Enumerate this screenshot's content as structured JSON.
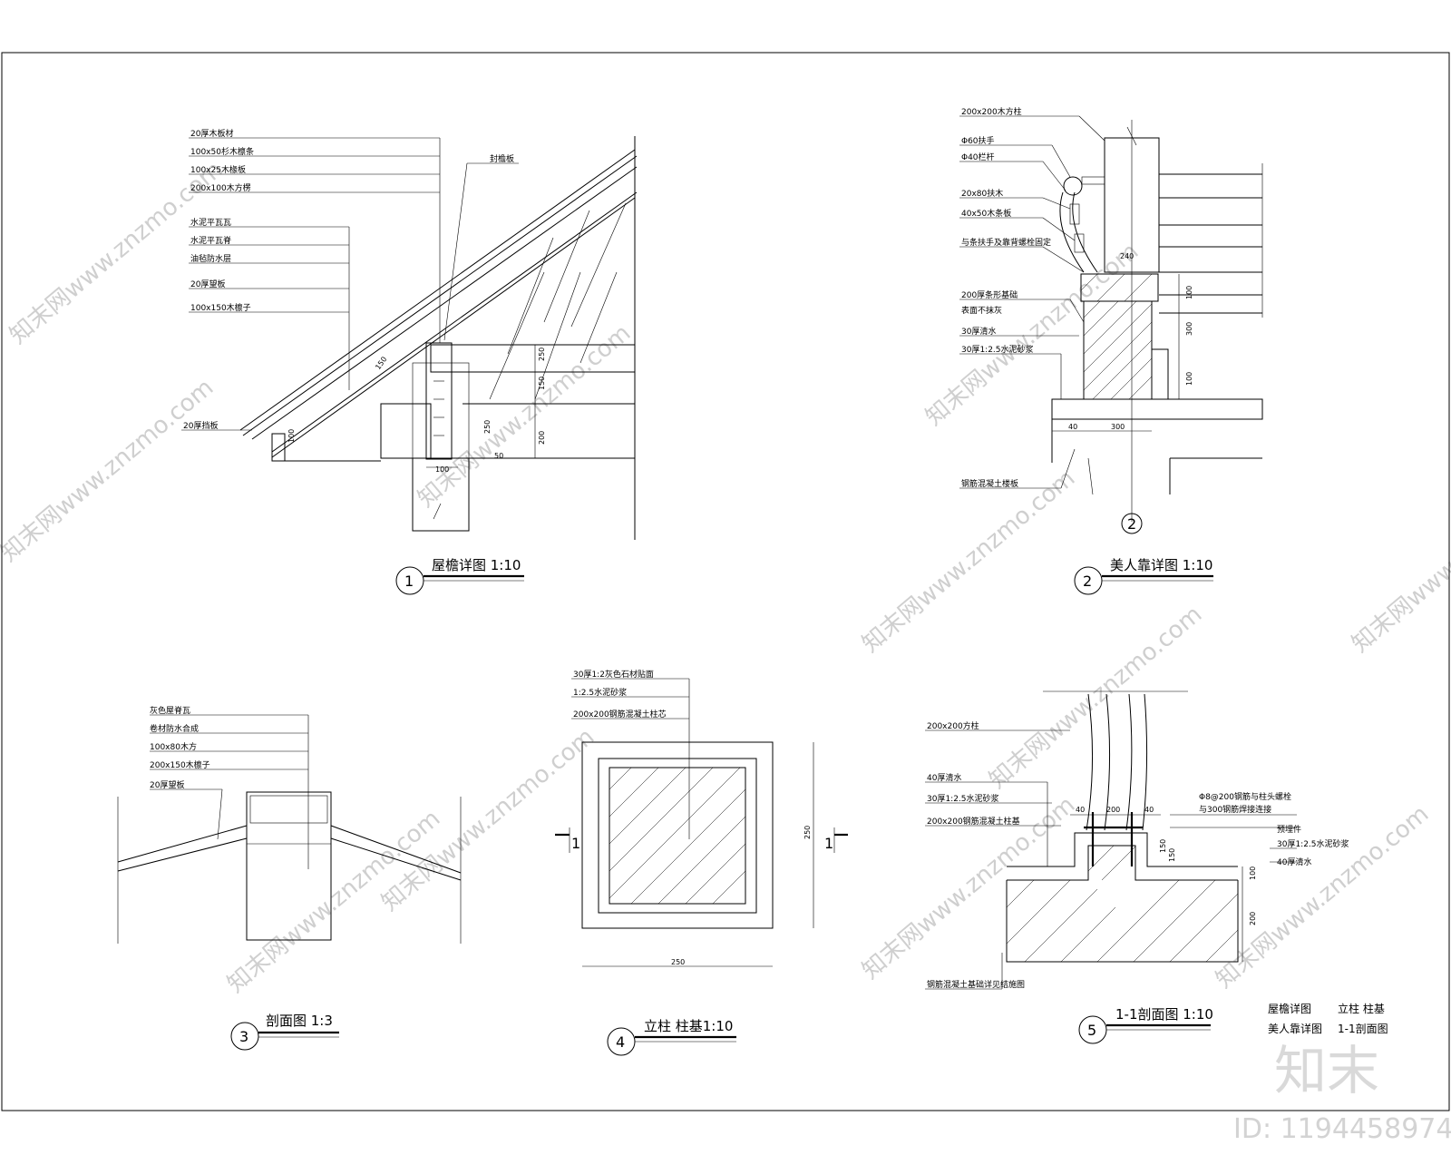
{
  "watermark": {
    "site": "知末网www.znzmo.com",
    "logo": "知末",
    "id": "ID: 1194458974"
  },
  "details": {
    "d1": {
      "num": "1",
      "title": "屋檐详图 1:10",
      "labels": [
        "20厚木板材",
        "100x50杉木檩条",
        "100x25木椽板",
        "200x100木方楞",
        "水泥平瓦瓦",
        "水泥平瓦脊",
        "油毡防水层",
        "20厚望板",
        "100x150木檩子",
        "封檐板",
        "20厚挡板"
      ],
      "dims": [
        "150",
        "100",
        "250",
        "150",
        "200",
        "250",
        "50",
        "100"
      ]
    },
    "d2": {
      "num": "2",
      "title": "美人靠详图 1:10",
      "labels": [
        "200x200木方柱",
        "Φ60扶手",
        "Φ40栏杆",
        "20x80扶木",
        "40x50木条板",
        "与条扶手及靠背螺栓固定",
        "200厚条形基础",
        "表面不抹灰",
        "30厚清水",
        "30厚1:2.5水泥砂浆",
        "钢筋混凝土楼板"
      ],
      "dims": [
        "240",
        "100",
        "300",
        "100",
        "40",
        "300"
      ],
      "marker": "2"
    },
    "d3": {
      "num": "3",
      "title": "剖面图 1:3",
      "labels": [
        "灰色屋脊瓦",
        "卷材防水合成",
        "100x80木方",
        "200x150木檩子",
        "20厚望板"
      ]
    },
    "d4": {
      "num": "4",
      "title": "立柱 柱基1:10",
      "labels": [
        "30厚1:2灰色石材贴面",
        "1:2.5水泥砂浆",
        "200x200钢筋混凝土柱芯"
      ],
      "dims": [
        "250",
        "250"
      ],
      "section": "1"
    },
    "d5": {
      "num": "5",
      "title": "1-1剖面图 1:10",
      "labels": [
        "200x200方柱",
        "40厚清水",
        "30厚1:2.5水泥砂浆",
        "200x200钢筋混凝土柱基",
        "Φ8@200钢筋与柱头螺栓",
        "与300钢筋焊接连接",
        "预埋件",
        "30厚1:2.5水泥砂浆",
        "40厚清水",
        "钢筋混凝土基础详见结施图"
      ],
      "dims": [
        "40",
        "200",
        "40",
        "150",
        "150",
        "100",
        "200"
      ]
    }
  },
  "legend": [
    "屋檐详图",
    "立柱  柱基",
    "美人靠详图",
    "1-1剖面图"
  ]
}
